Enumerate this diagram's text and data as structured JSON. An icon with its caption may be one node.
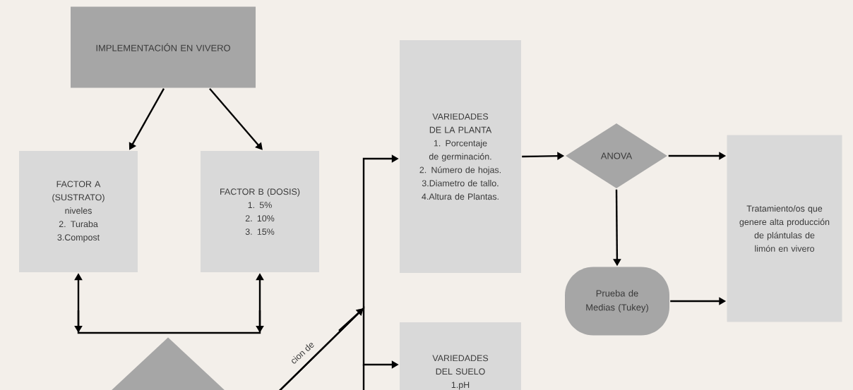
{
  "diagram": {
    "nodes": [
      {
        "text": [
          "IMPLEMENTACIÓN EN VIVERO"
        ]
      },
      {
        "text": [
          "FACTOR A (SUSTRATO)",
          "niveles",
          "2. Turaba",
          "3.Compost"
        ]
      },
      {
        "text": [
          "FACTOR B (DOSIS)",
          "1. 5%",
          "2. 10%",
          "3. 15%"
        ]
      },
      {
        "text": [],
        "shape": "diamond"
      },
      {
        "text": [
          "VARIEDADES DE LA PLANTA",
          "1. Porcentaje de germinación.",
          "2. Número de hojas.",
          "3.Diametro de tallo.",
          "4.Altura de Plantas."
        ]
      },
      {
        "text": [
          "VARIEDADES DEL SUELO",
          "1.pH"
        ]
      },
      {
        "text": [
          "ANOVA"
        ]
      },
      {
        "text": [
          "Prueba de Medias (Tukey)"
        ]
      },
      {
        "text": [
          "Tratamiento/os que genere alta producción de plántulas de limón en vivero"
        ]
      }
    ],
    "edges": [
      {
        "from": 0,
        "to": 1,
        "arrow": "to"
      },
      {
        "from": 0,
        "to": 2,
        "arrow": "to"
      },
      {
        "from": 1,
        "to": 2,
        "arrow": "both"
      },
      {
        "from": 3,
        "to": 4,
        "arrow": "to",
        "label": "cion de"
      },
      {
        "from": 3,
        "to": 5,
        "arrow": "to"
      },
      {
        "from": 4,
        "to": 6,
        "arrow": "to"
      },
      {
        "from": 6,
        "to": 8,
        "arrow": "to"
      },
      {
        "from": 6,
        "to": 7,
        "arrow": "to"
      },
      {
        "from": 7,
        "to": 8,
        "arrow": "to"
      }
    ]
  }
}
